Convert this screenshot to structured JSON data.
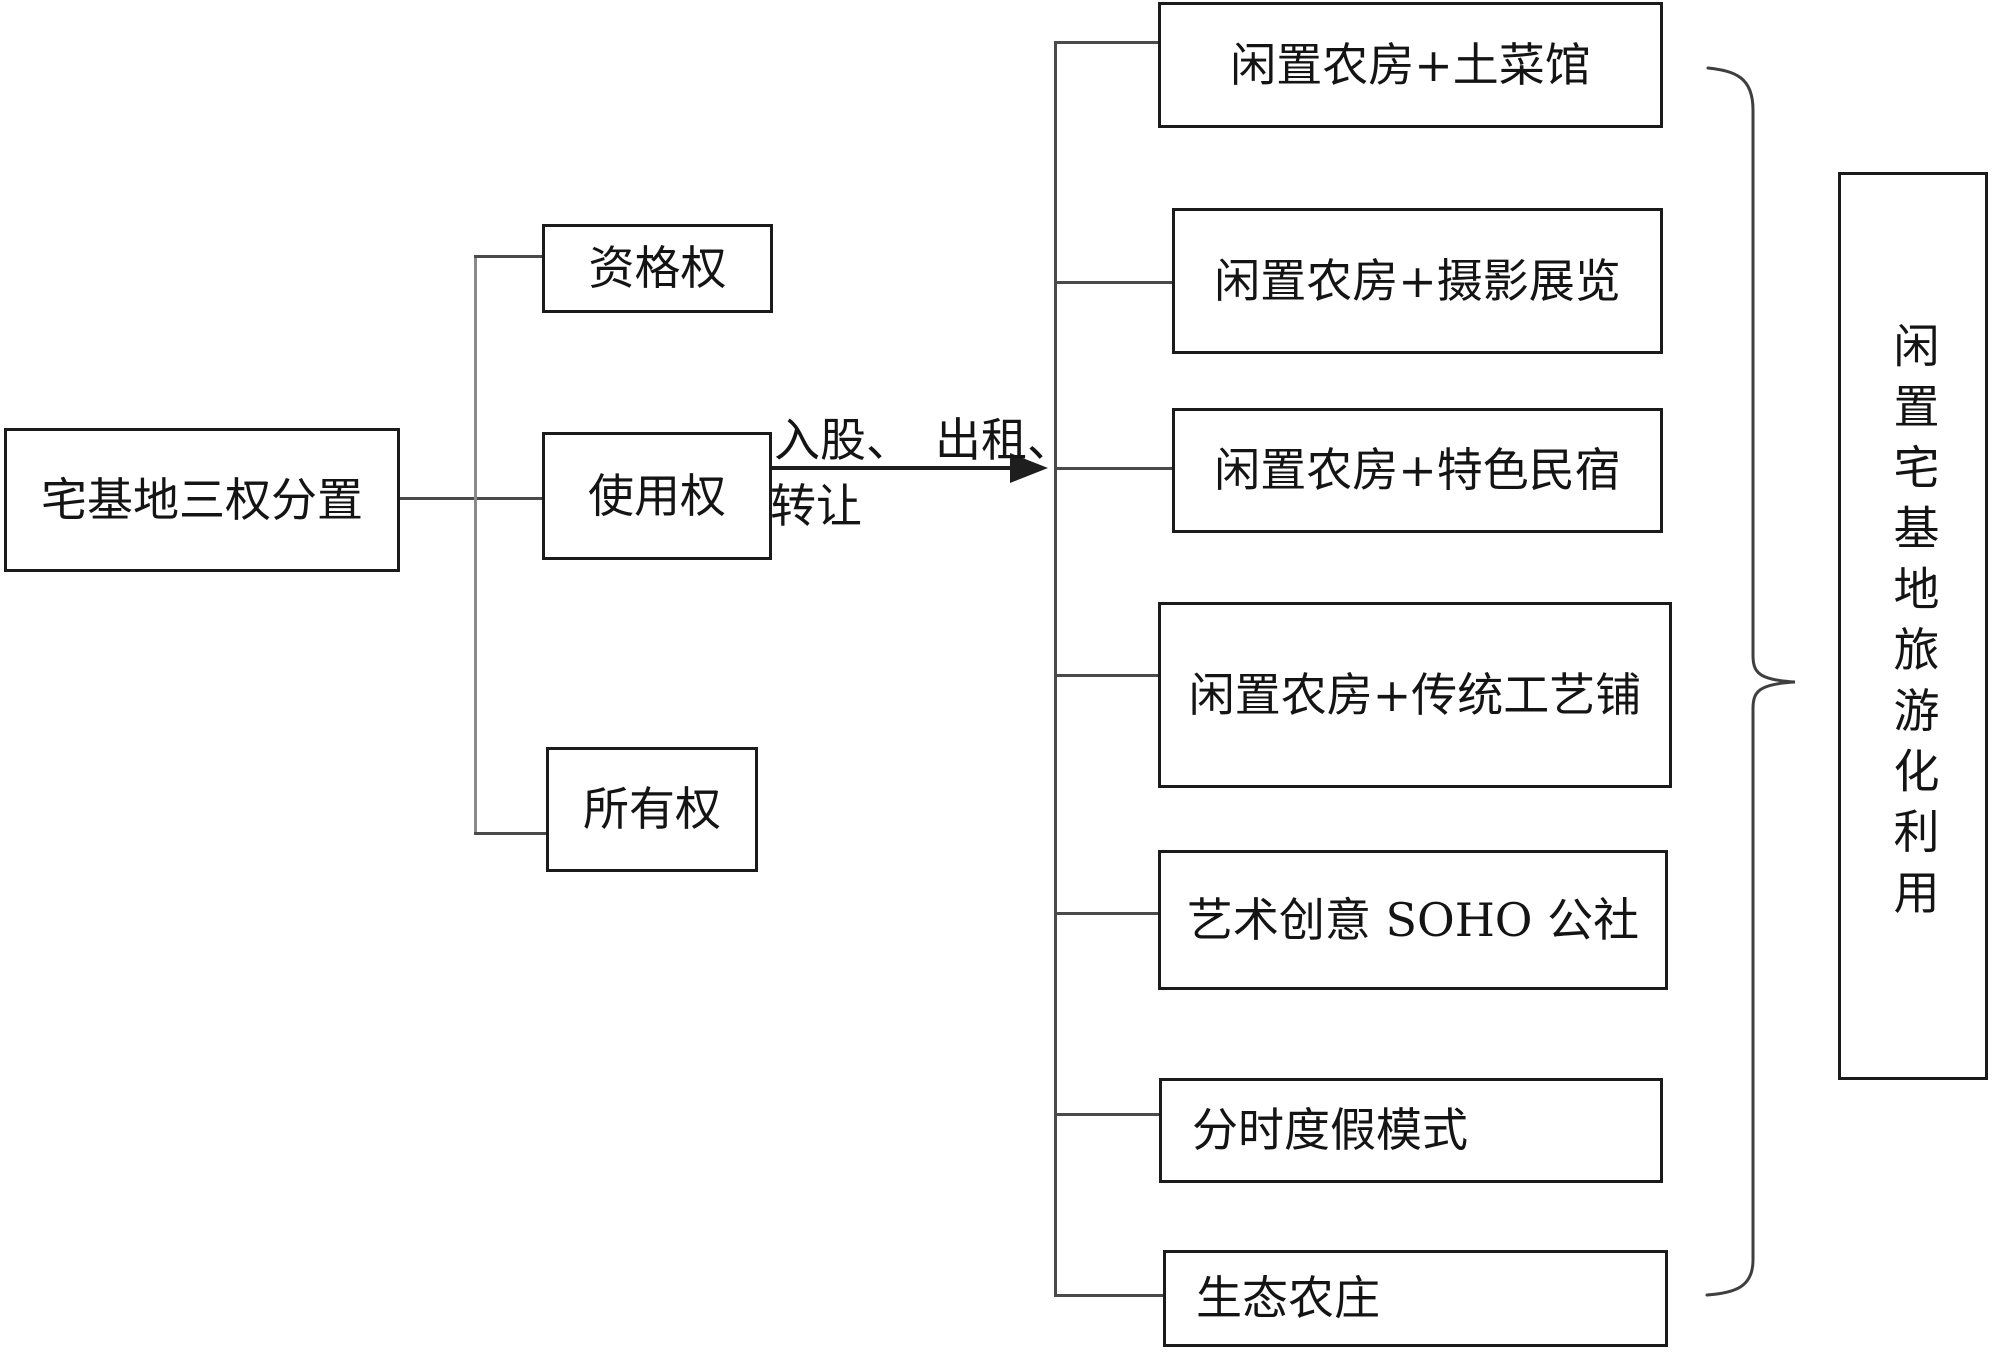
{
  "diagram": {
    "root": {
      "label": "宅基地三权分置"
    },
    "rights": [
      {
        "id": "qualification",
        "label": "资格权"
      },
      {
        "id": "use",
        "label": "使用权"
      },
      {
        "id": "ownership",
        "label": "所有权"
      }
    ],
    "arrow": {
      "line1": "入股、　出租、",
      "line2": "转让"
    },
    "modes": [
      {
        "label": "闲置农房+土菜馆"
      },
      {
        "label": "闲置农房+摄影展览"
      },
      {
        "label": "闲置农房+特色民宿"
      },
      {
        "label": "闲置农房+传统工艺铺"
      },
      {
        "label": "艺术创意 SOHO 公社"
      },
      {
        "label": "分时度假模式"
      },
      {
        "label": "生态农庄"
      }
    ],
    "result": {
      "label": "闲置宅基地旅游化利用"
    },
    "colors": {
      "background": "#ffffff",
      "box_border": "#1b1b1b",
      "connector": "#4a4a4a",
      "trunk": "#8a8a8a",
      "arrow": "#1e1e1e",
      "text": "#141414"
    }
  }
}
